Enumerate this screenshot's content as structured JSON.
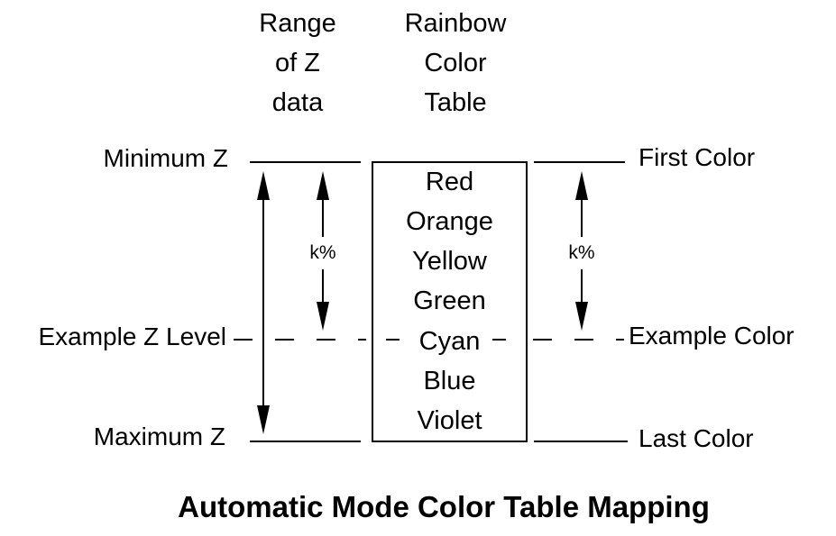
{
  "diagram": {
    "column_headers": {
      "z_range": [
        "Range",
        "of Z",
        "data"
      ],
      "color_table": [
        "Rainbow",
        "Color",
        "Table"
      ]
    },
    "z_labels": {
      "minimum": "Minimum Z",
      "example": "Example Z Level",
      "maximum": "Maximum Z"
    },
    "color_labels": {
      "first": "First Color",
      "example": "Example Color",
      "last": "Last Color"
    },
    "rainbow_colors": [
      "Red",
      "Orange",
      "Yellow",
      "Green",
      "Cyan",
      "Blue",
      "Violet"
    ],
    "percent_labels": {
      "left": "k%",
      "right": "k%"
    },
    "title": "Automatic Mode Color Table Mapping",
    "colors": {
      "ink": "#000000",
      "background": "#ffffff"
    }
  }
}
